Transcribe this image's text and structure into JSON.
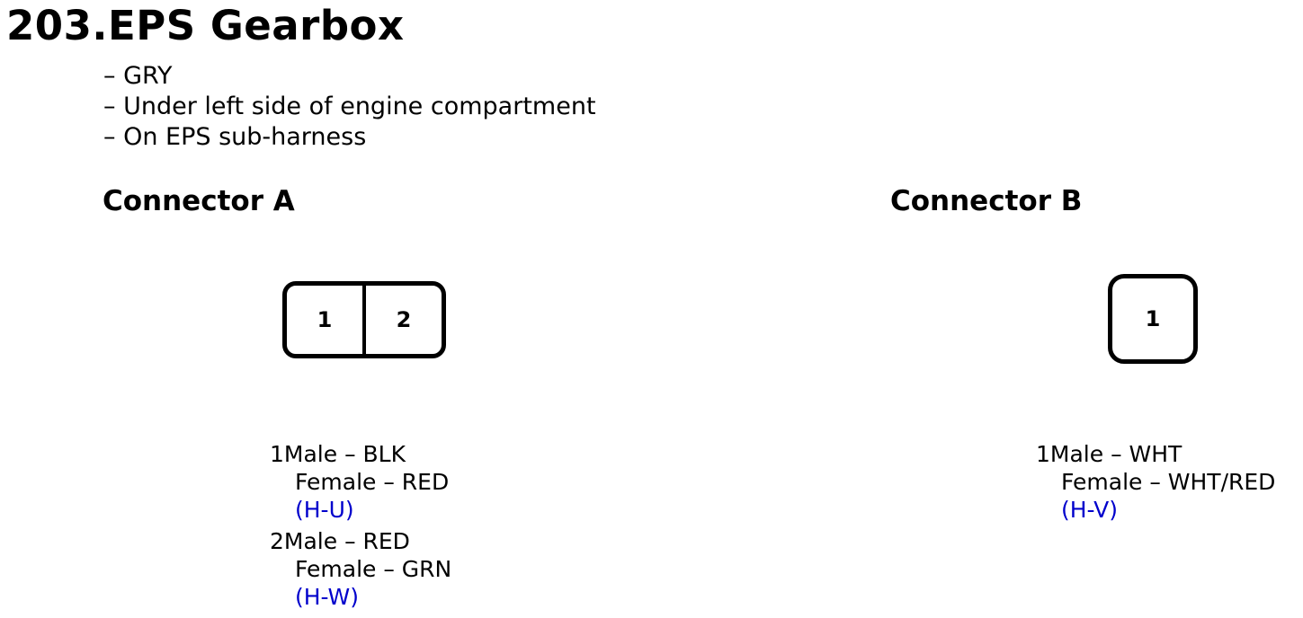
{
  "title": "203.EPS Gearbox",
  "notes": [
    "– GRY",
    "– Under left side of engine compartment",
    "– On EPS sub-harness"
  ],
  "connectors": [
    {
      "title": "Connector A",
      "pins": [
        {
          "number": "1",
          "male": "Male – BLK",
          "female": "Female – RED",
          "ref": "(H-U)"
        },
        {
          "number": "2",
          "male": "Male – RED",
          "female": "Female – GRN",
          "ref": "(H-W)"
        }
      ]
    },
    {
      "title": "Connector B",
      "pins": [
        {
          "number": "1",
          "male": "Male – WHT",
          "female": "Female – WHT/RED",
          "ref": "(H-V)"
        }
      ]
    }
  ],
  "colors": {
    "text": "#000000",
    "reference": "#0000cc",
    "background": "#ffffff"
  }
}
